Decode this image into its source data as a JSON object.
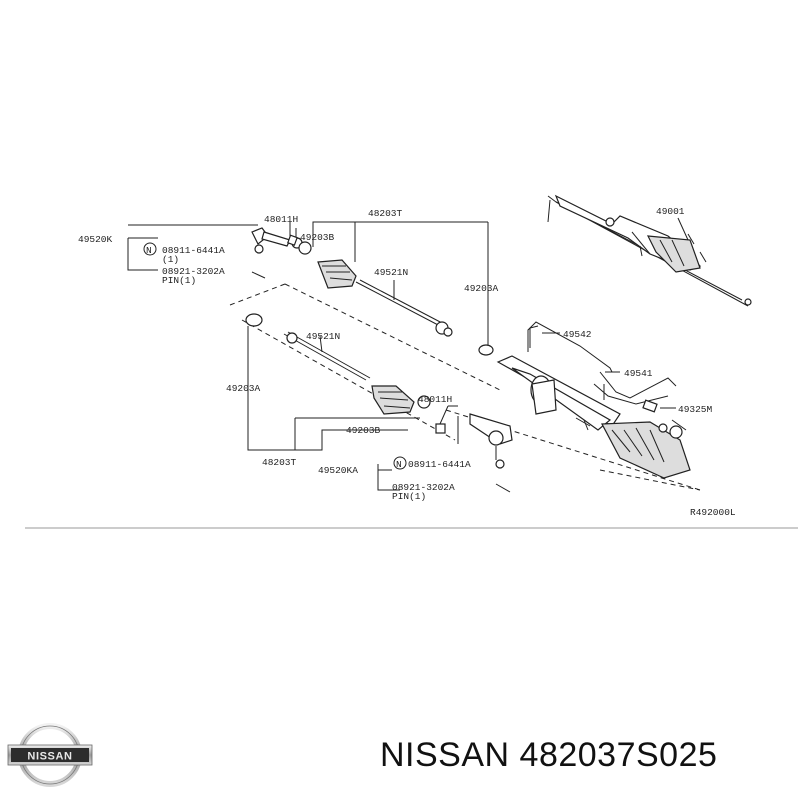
{
  "labels": {
    "l_49520K": "49520K",
    "l_48011H_a": "48011H",
    "l_48203T_a": "48203T",
    "l_49203B_a": "49203B",
    "l_08911_a": "08911-6441A",
    "l_qty_a": "(1)",
    "l_08921_a": "08921-3202A",
    "l_pin_a": "PIN(1)",
    "l_49521N_a": "49521N",
    "l_49203A_a": "49203A",
    "l_49001": "49001",
    "l_49542": "49542",
    "l_49541": "49541",
    "l_49325M": "49325M",
    "l_49521N_b": "49521N",
    "l_49203A_b": "49203A",
    "l_48011H_b": "48011H",
    "l_49203B_b": "49203B",
    "l_48203T_b": "48203T",
    "l_49520KA": "49520KA",
    "l_08911_b": "08911-6441A",
    "l_08921_b": "08921-3202A",
    "l_pin_b": "PIN(1)",
    "l_ref": "R492000L"
  },
  "logo": {
    "text": "NISSAN"
  },
  "part_number": "NISSAN 482037S025"
}
